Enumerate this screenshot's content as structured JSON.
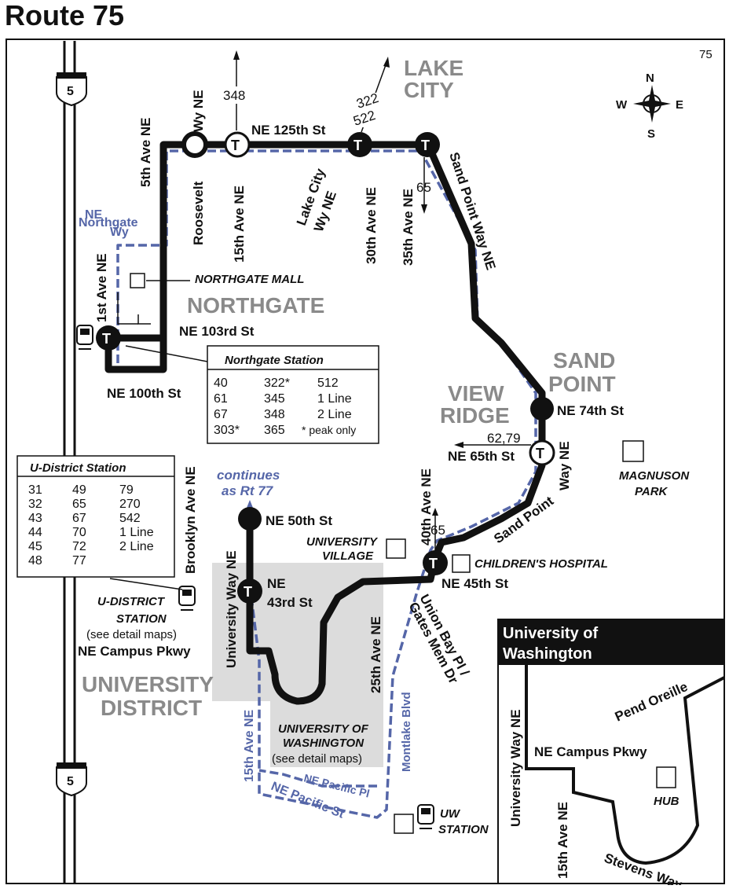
{
  "title": "Route 75",
  "page_number": "75",
  "compass": {
    "n": "N",
    "s": "S",
    "e": "E",
    "w": "W"
  },
  "interstate": "5",
  "areas": {
    "lake_city": [
      "LAKE",
      "CITY"
    ],
    "northgate": "NORTHGATE",
    "sand_point": [
      "SAND",
      "POINT"
    ],
    "view_ridge": [
      "VIEW",
      "RIDGE"
    ],
    "university_district": [
      "UNIVERSITY",
      "DISTRICT"
    ]
  },
  "streets": {
    "wy_ne": "Wy NE",
    "roosevelt": "Roosevelt",
    "fifth_ave": "5th Ave NE",
    "fifteenth_ave": "15th Ave NE",
    "ne_125th": "NE 125th St",
    "lake_city_wy": [
      "Lake City",
      "Wy NE"
    ],
    "thirtieth_ave": "30th Ave NE",
    "thirtyfifth_ave": "35th Ave NE",
    "sand_point_way": "Sand Point Way NE",
    "northgate_wy": [
      "NE",
      "Northgate",
      "Wy"
    ],
    "first_ave": "1st Ave NE",
    "ne_103rd": "NE 103rd St",
    "ne_100th": "NE 100th St",
    "ne_74th": "NE 74th St",
    "ne_65th": "NE 65th St",
    "way_ne": "Way NE",
    "sand_point_lower": "Sand Point",
    "fortieth_ave": "40th Ave NE",
    "ne_45th": "NE 45th St",
    "union_bay": [
      "Union Bay Pl /",
      "Gates Mem Dr"
    ],
    "ne_50th": "NE 50th St",
    "university_way": "University Way NE",
    "ne_43rd": [
      "NE",
      "43rd St"
    ],
    "twentyfifth_ave": "25th Ave NE",
    "brooklyn_ave": "Brooklyn Ave NE",
    "montlake": "Montlake Blvd",
    "ne_pacific_pl": "NE Pacific Pl",
    "ne_pacific_st": "NE Pacific St",
    "ne_campus_pkwy": "NE Campus Pkwy",
    "fifteenth_ave_lower": "15th Ave NE"
  },
  "connections": {
    "r348": "348",
    "r322_522": [
      "322",
      "522"
    ],
    "r65_top": "65",
    "r62_79": "62,79",
    "r65_lower": "65"
  },
  "continues": [
    "continues",
    "as Rt 77"
  ],
  "landmarks": {
    "northgate_mall": "NORTHGATE MALL",
    "magnuson": [
      "MAGNUSON",
      "PARK"
    ],
    "university_village": [
      "UNIVERSITY",
      "VILLAGE"
    ],
    "childrens_hospital": "CHILDREN'S HOSPITAL",
    "uw_campus": [
      "UNIVERSITY OF",
      "WASHINGTON"
    ],
    "see_detail": "(see detail maps)",
    "u_district_station": [
      "U-DISTRICT",
      "STATION"
    ],
    "uw_station": [
      "UW",
      "STATION"
    ]
  },
  "northgate_station": {
    "title": "Northgate Station",
    "rows": [
      [
        "40",
        "322*",
        "512"
      ],
      [
        "61",
        "345",
        "1 Line"
      ],
      [
        "67",
        "348",
        "2 Line"
      ],
      [
        "303*",
        "365",
        "* peak only"
      ]
    ]
  },
  "u_district_station": {
    "title": "U-District Station",
    "rows": [
      [
        "31",
        "49",
        "79"
      ],
      [
        "32",
        "65",
        "270"
      ],
      [
        "43",
        "67",
        "542"
      ],
      [
        "44",
        "70",
        "1 Line"
      ],
      [
        "45",
        "72",
        "2 Line"
      ],
      [
        "48",
        "77",
        ""
      ]
    ]
  },
  "inset": {
    "title": [
      "University of",
      "Washington"
    ],
    "pend_oreille": "Pend Oreille",
    "hub": "HUB",
    "stevens_way": "Stevens Way",
    "ne_campus_pkwy": "NE Campus Pkwy",
    "university_way": "University Way NE",
    "fifteenth_ave": "15th Ave NE"
  },
  "transfer_symbol": "T",
  "colors": {
    "route": "#111111",
    "blue": "#5566a8",
    "area_text": "#8a8a8a",
    "campus": "#dcdcdc"
  }
}
